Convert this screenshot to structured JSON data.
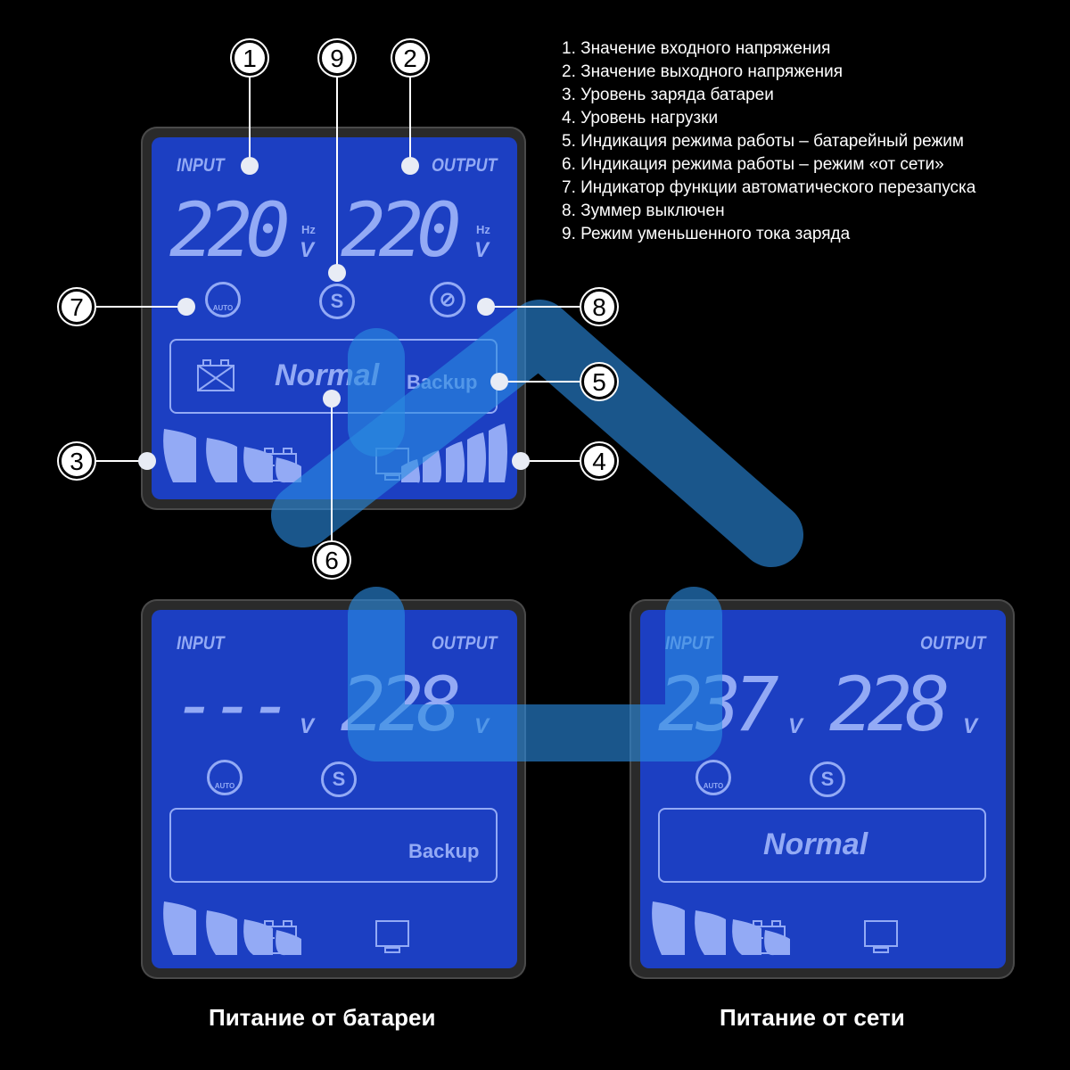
{
  "legend": [
    "1. Значение входного напряжения",
    "2. Значение выходного напряжения",
    "3. Уровень заряда батареи",
    "4. Уровень нагрузки",
    "5. Индикация режима работы – батарейный режим",
    "6. Индикация режима работы – режим «от сети»",
    "7. Индикатор функции автоматического перезапуска",
    "8. Зуммер выключен",
    "9. Режим уменьшенного тока заряда"
  ],
  "callouts": [
    "1",
    "9",
    "2",
    "7",
    "8",
    "5",
    "3",
    "4",
    "6"
  ],
  "colors": {
    "lcd": "#1c3fc2",
    "segment": "#93aaf5",
    "overlay": "#2a8ae0"
  },
  "panels": {
    "main": {
      "input_label": "INPUT",
      "output_label": "OUTPUT",
      "input_value": "220",
      "output_value": "220",
      "hz": "Hz",
      "unit": "V",
      "auto": "AUTO",
      "s": "S",
      "normal": "Normal",
      "backup": "Backup",
      "battery_level": 4,
      "load_level": 5
    },
    "battery": {
      "input_label": "INPUT",
      "output_label": "OUTPUT",
      "input_value": "---",
      "output_value": "228",
      "unit": "V",
      "auto": "AUTO",
      "s": "S",
      "backup": "Backup",
      "battery_level": 4,
      "load_level": 0,
      "caption": "Питание от батареи"
    },
    "mains": {
      "input_label": "INPUT",
      "output_label": "OUTPUT",
      "input_value": "237",
      "output_value": "228",
      "unit": "V",
      "auto": "AUTO",
      "s": "S",
      "normal": "Normal",
      "battery_level": 4,
      "load_level": 0,
      "caption": "Питание от сети"
    }
  }
}
